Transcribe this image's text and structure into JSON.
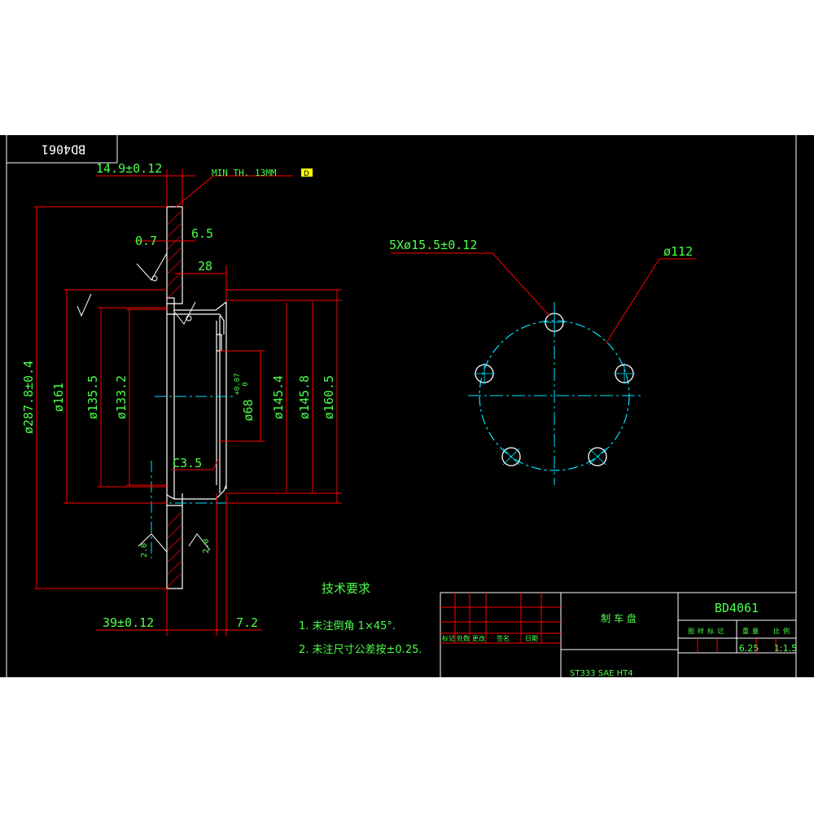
{
  "drawing": {
    "part_number": "BD4061",
    "part_number_mirrored": "BD4061",
    "note_min_thickness": "MIN TH. 13MM",
    "note_symbol": "D"
  },
  "dimensions": {
    "disc_thickness": "14.9±0.12",
    "flange_thickness": "6.5",
    "small_step": "0.7",
    "hub_depth": "28",
    "outer_diameter": "ø287.8±0.4",
    "d161": "ø161",
    "d135_5": "ø135.5",
    "d133_2": "ø133.2",
    "d68": "ø68",
    "d68_tol_upper": "+0.07",
    "d68_tol_lower": "0",
    "d145_4": "ø145.4",
    "d145_8": "ø145.8",
    "d160_5": "ø160.5",
    "chamfer": "C3.5",
    "height_total": "39±0.12",
    "hub_step": "7.2",
    "roughness_left": "2.0",
    "roughness_right": "2.0"
  },
  "bolt_pattern": {
    "holes": "5Xø15.5±0.12",
    "pcd": "ø112"
  },
  "tech_requirements": {
    "title": "技术要求",
    "item1": "1. 未注倒角 1×45°.",
    "item2": "2. 未注尺寸公差按±0.25."
  },
  "title_block": {
    "part_name": "制 车 盘",
    "drawing_number": "BD4061",
    "header_labels": [
      "图",
      "样",
      "标",
      "记",
      "",
      "重",
      "量",
      "比",
      "例"
    ],
    "weight": "6.25",
    "scale": "1:1.5",
    "material_partial": "ST333  SAE  HT4",
    "cell_labels": [
      "标记",
      "处数",
      "更改",
      "签名",
      "日期"
    ]
  },
  "colors": {
    "background": "#000000",
    "outline": "#ffffff",
    "dimension": "#ff0000",
    "centerline": "#00e5ff",
    "text": "#4cff4c",
    "annotation": "#ffff00"
  }
}
